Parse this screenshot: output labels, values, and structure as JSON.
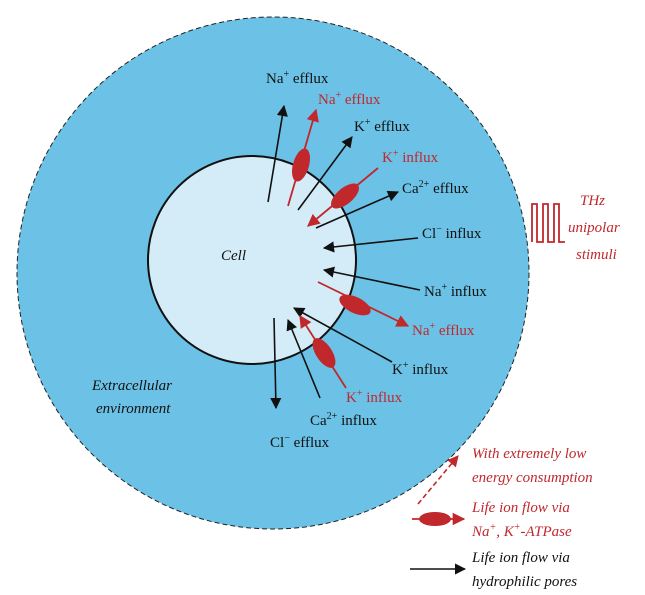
{
  "colors": {
    "extracellular": "#6cc2e6",
    "cell": "#d3ecf8",
    "pump": "#c0282c",
    "text_dark": "#111111",
    "text_red": "#c0282c"
  },
  "regions": {
    "cell": "Cell",
    "extracellular_line1": "Extracellular",
    "extracellular_line2": "environment"
  },
  "stimulus": {
    "line1": "THz",
    "line2": "unipolar",
    "line3": "stimuli"
  },
  "flows": [
    {
      "ion": "Na",
      "charge": "+",
      "dir": "efflux",
      "color": "dark"
    },
    {
      "ion": "Na",
      "charge": "+",
      "dir": "efflux",
      "color": "red"
    },
    {
      "ion": "K",
      "charge": "+",
      "dir": "efflux",
      "color": "dark"
    },
    {
      "ion": "K",
      "charge": "+",
      "dir": "influx",
      "color": "red"
    },
    {
      "ion": "Ca",
      "charge": "2+",
      "dir": "efflux",
      "color": "dark"
    },
    {
      "ion": "Cl",
      "charge": "−",
      "dir": "influx",
      "color": "dark"
    },
    {
      "ion": "Na",
      "charge": "+",
      "dir": "influx",
      "color": "dark"
    },
    {
      "ion": "Na",
      "charge": "+",
      "dir": "efflux",
      "color": "red"
    },
    {
      "ion": "K",
      "charge": "+",
      "dir": "influx",
      "color": "dark"
    },
    {
      "ion": "K",
      "charge": "+",
      "dir": "influx",
      "color": "red"
    },
    {
      "ion": "Ca",
      "charge": "2+",
      "dir": "influx",
      "color": "dark"
    },
    {
      "ion": "Cl",
      "charge": "−",
      "dir": "efflux",
      "color": "dark"
    }
  ],
  "legend": {
    "low_energy_1": "With extremely low",
    "low_energy_2": "energy consumption",
    "atpase_1": "Life ion flow via",
    "atpase_2": "Na+, K+-ATPase",
    "pores_1": "Life ion flow via",
    "pores_2": "hydrophilic pores"
  }
}
